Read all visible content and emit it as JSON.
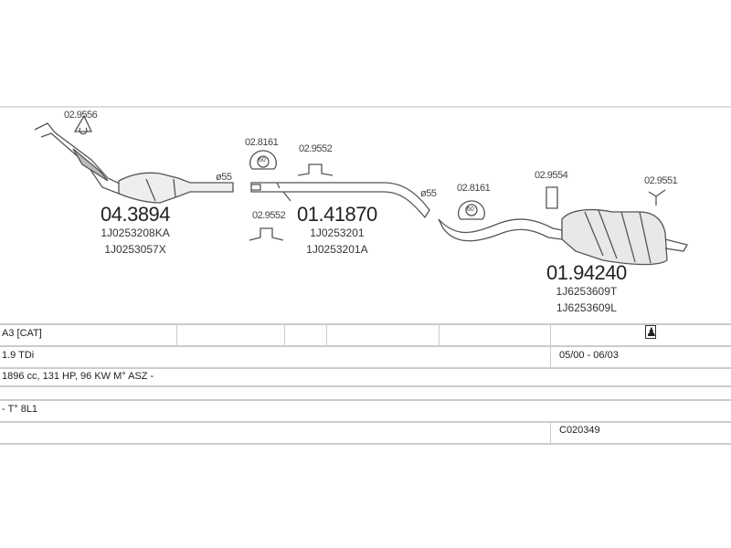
{
  "parts": [
    {
      "ref": "02.9556"
    },
    {
      "ref": "02.8161"
    },
    {
      "ref": "02.9552"
    },
    {
      "ref": "02.9552"
    },
    {
      "ref": "02.8161"
    },
    {
      "ref": "02.9554"
    },
    {
      "ref": "02.9551"
    }
  ],
  "diameters": [
    "ø55",
    "ø55"
  ],
  "main_parts": [
    {
      "number": "04.3894",
      "oem": [
        "1J0253208KA",
        "1J0253057X"
      ]
    },
    {
      "number": "01.41870",
      "oem": [
        "1J0253201",
        "1J0253201A"
      ]
    },
    {
      "number": "01.94240",
      "oem": [
        "1J6253609T",
        "1J6253609L"
      ]
    }
  ],
  "clamp_label": "60",
  "table": {
    "model": "A3  [CAT]",
    "engine": "1.9 TDi",
    "dates": "05/00 - 06/03",
    "specs": "1896 cc, 131 HP, 96 KW M° ASZ -",
    "type": "- T° 8L1",
    "code": "C020349"
  }
}
